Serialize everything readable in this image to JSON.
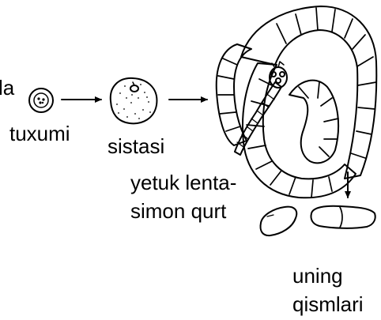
{
  "labels": {
    "fragment_left": "la",
    "egg": "tuxumi",
    "cyst": "sistasi",
    "worm_line1": "yetuk lenta-",
    "worm_line2": "simon qurt",
    "segments_line1": "uning",
    "segments_line2": "qismlari"
  },
  "colors": {
    "ink": "#000000",
    "background": "#ffffff"
  }
}
